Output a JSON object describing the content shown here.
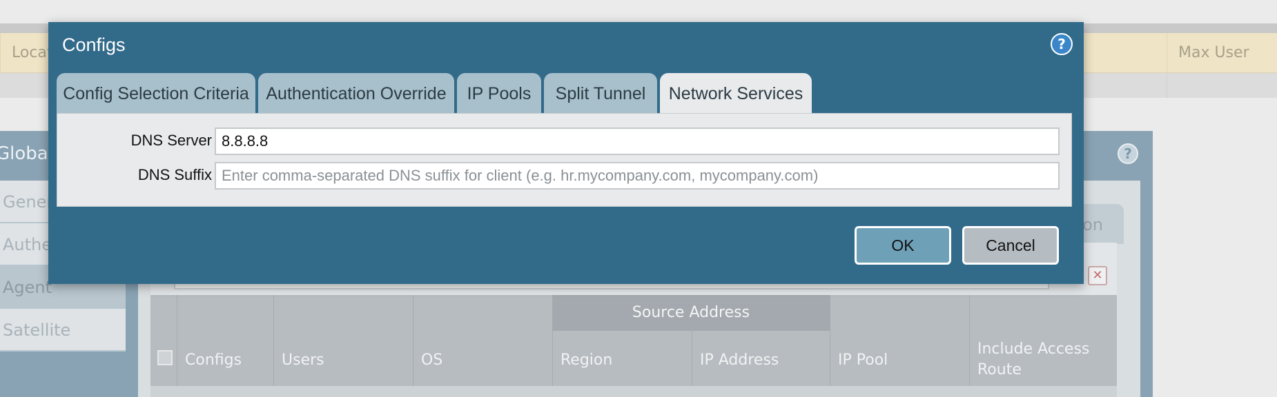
{
  "background": {
    "header_cells": [
      "Locat",
      "Max User"
    ],
    "dialog_title": "GlobalP",
    "help_glyph": "?",
    "sidebar": [
      {
        "label": "Genera",
        "active": false
      },
      {
        "label": "Authen",
        "active": false
      },
      {
        "label": "Agent",
        "active": true
      },
      {
        "label": "Satellite",
        "active": false
      }
    ],
    "partial_tab": "tion",
    "clear_glyph": "✕",
    "table": {
      "group_header": "Source Address",
      "columns": [
        "Configs",
        "Users",
        "OS",
        "Region",
        "IP Address",
        "IP Pool",
        "Include Access Route"
      ]
    }
  },
  "dialog": {
    "title": "Configs",
    "help_glyph": "?",
    "tabs": [
      {
        "label": "Config Selection Criteria",
        "active": false
      },
      {
        "label": "Authentication Override",
        "active": false
      },
      {
        "label": "IP Pools",
        "active": false
      },
      {
        "label": "Split Tunnel",
        "active": false
      },
      {
        "label": "Network Services",
        "active": true
      }
    ],
    "fields": {
      "dns_server": {
        "label": "DNS Server",
        "value": "8.8.8.8"
      },
      "dns_suffix": {
        "label": "DNS Suffix",
        "placeholder": "Enter comma-separated DNS suffix for client (e.g. hr.mycompany.com, mycompany.com)"
      }
    },
    "buttons": {
      "ok": "OK",
      "cancel": "Cancel"
    }
  },
  "colors": {
    "dialog_bg": "#326a8a",
    "tab_inactive": "#a7c0cb",
    "tab_active": "#e8eaeb",
    "ok_button": "#6ea1b8",
    "cancel_button": "#b5bcc2",
    "help_icon": "#3a86c8"
  },
  "icons": {
    "help": "help-icon",
    "clear": "clear-filter-icon"
  }
}
